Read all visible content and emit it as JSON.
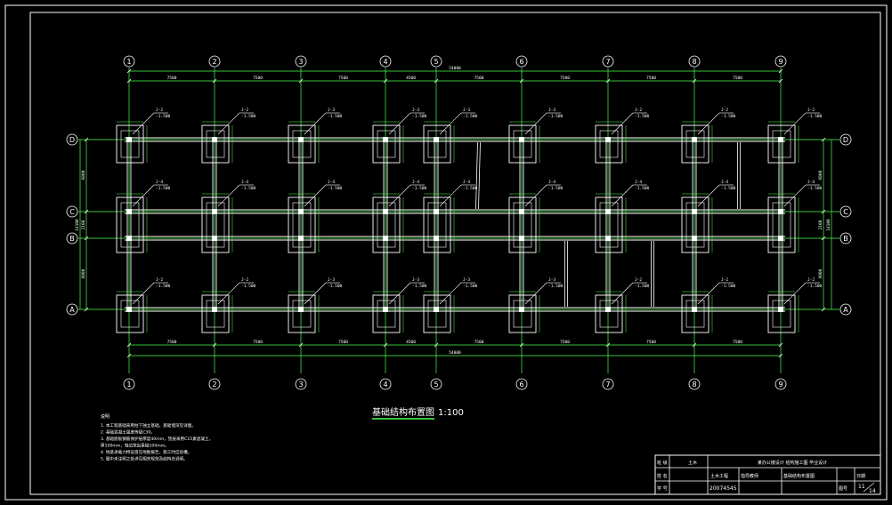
{
  "drawing": {
    "title": "基础结构布置图",
    "scale": "1:100",
    "grid_columns": [
      "1",
      "2",
      "3",
      "4",
      "5",
      "6",
      "7",
      "8",
      "9"
    ],
    "grid_rows": [
      "D",
      "C",
      "B",
      "A"
    ],
    "bay_dims_top": [
      "7500",
      "7500",
      "7500",
      "4500",
      "7500",
      "7500",
      "7500",
      "7500"
    ],
    "bay_dims_bottom": [
      "7500",
      "7500",
      "7500",
      "4500",
      "7500",
      "7500",
      "7500",
      "7500"
    ],
    "overall_dim": "54000",
    "row_dims": [
      "6000",
      "2100",
      "6000"
    ],
    "row_overall_dim": "14100",
    "footing_labels": {
      "D": [
        "J-2",
        "J-2",
        "J-3",
        "J-3",
        "J-3",
        "J-3",
        "J-2",
        "J-2",
        "J-2"
      ],
      "C": [
        "J-4",
        "J-4",
        "J-4",
        "J-4",
        "J-4",
        "J-4",
        "J-4",
        "J-4",
        "J-4"
      ],
      "A": [
        "J-2",
        "J-2",
        "J-3",
        "J-3",
        "J-3",
        "J-3",
        "J-2",
        "J-2",
        "J-2"
      ]
    },
    "footing_elev": "-1.500",
    "notes_heading": "说明",
    "notes": [
      "1. 本工程基础采用柱下独立基础，基础埋深见详图。",
      "2. 基础混凝土强度等级C30。",
      "3. 基础底板钢筋保护层厚度40mm，垫层采用C15素混凝土，",
      "   厚100mm，每边宽出基础100mm。",
      "4. 地基承载力特征值见地勘报告，施工时应验槽。",
      "5. 图中未注明之处详见相关规范及结构总说明。"
    ]
  },
  "title_block": {
    "row1_label": "班 级",
    "row1_value": "土木",
    "row2_label": "姓 名",
    "row2_value": "土木工程",
    "row3_label": "学 号",
    "row3_value": "20074545",
    "project": "某办公楼设计 结构施工图 毕业设计",
    "designer_label": "指导教师",
    "drawing_name": "基础结构布置图",
    "sheet_label": "图号",
    "sheet_no": "11",
    "sheet_total": "14",
    "date_label": "日期"
  },
  "colors": {
    "background": "#000000",
    "frame": "#ffffff",
    "grid_line": "#4cff4c",
    "structure": "#ffffff",
    "text": "#ffffff",
    "accent": "#ffff00"
  }
}
